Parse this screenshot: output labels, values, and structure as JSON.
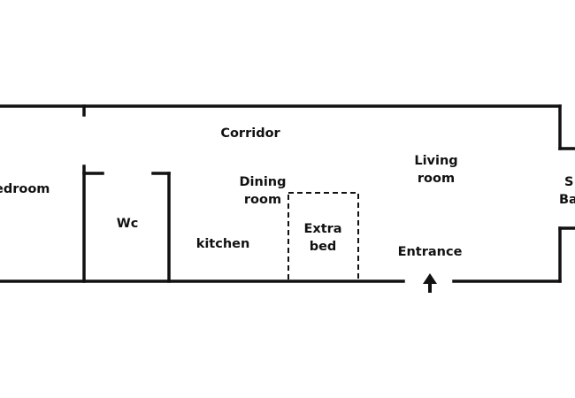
{
  "rooms": {
    "bedroom": "edroom",
    "wc": "Wc",
    "corridor": "Corridor",
    "dining_line1": "Dining",
    "dining_line2": "room",
    "kitchen": "kitchen",
    "extra_line1": "Extra",
    "extra_line2": "bed",
    "living_line1": "Living",
    "living_line2": "room",
    "entrance": "Entrance",
    "shower_line1": "S",
    "shower_line2": "Ba"
  },
  "icons": {
    "entrance_arrow": "arrow-up-icon"
  }
}
